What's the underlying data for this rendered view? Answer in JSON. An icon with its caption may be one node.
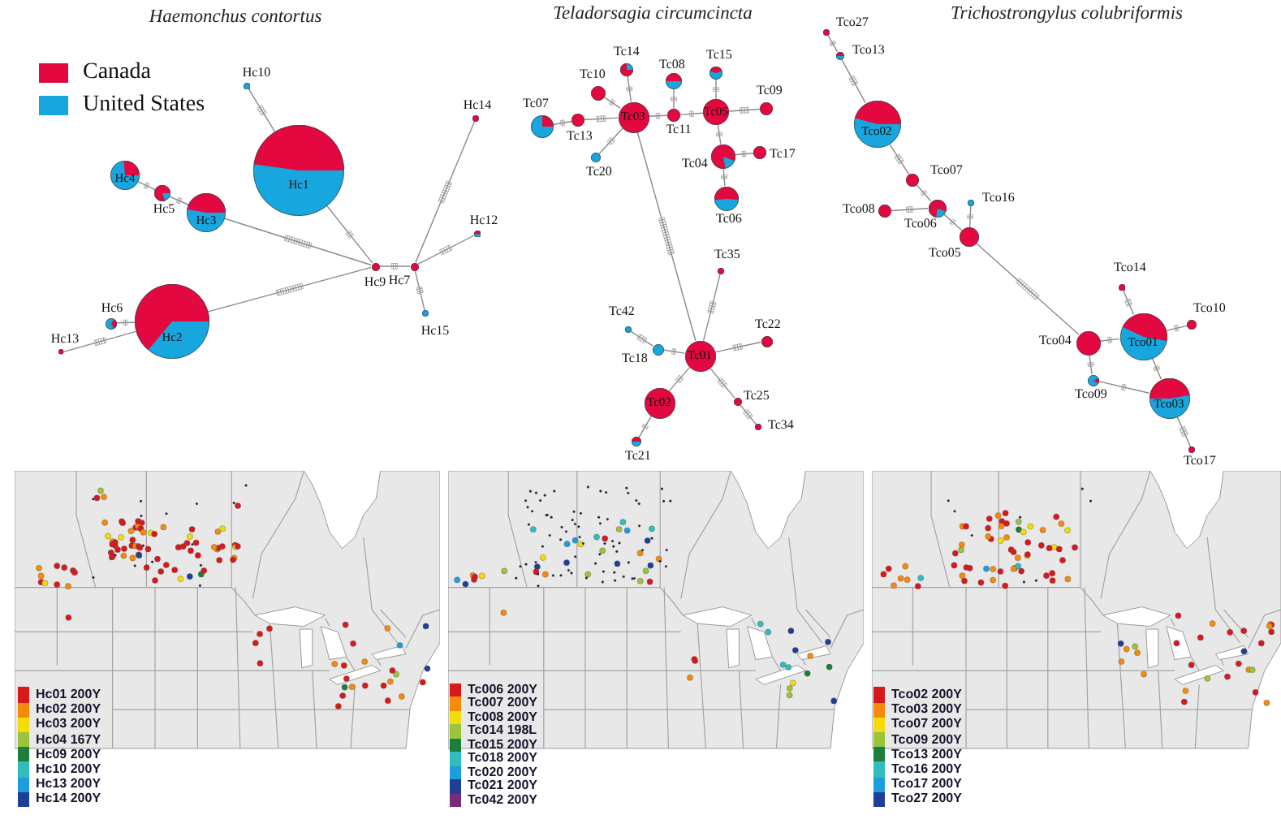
{
  "diagram": {
    "nodes": [
      {
        "text": [],
        "shape": "circle",
        "beside": [
          "Hc10"
        ]
      },
      {
        "text": [
          "Hc1"
        ]
      },
      {
        "text": [],
        "shape": "circle",
        "beside": [
          "Hc14"
        ]
      },
      {
        "text": [
          "Hc4"
        ]
      },
      {
        "text": [],
        "shape": "circle",
        "beside": [
          "Hc5"
        ]
      },
      {
        "text": [
          "Hc3"
        ]
      },
      {
        "text": [],
        "shape": "circle",
        "beside": [
          "Hc12"
        ]
      },
      {
        "text": [],
        "shape": "circle",
        "beside": [
          "Hc9"
        ]
      },
      {
        "text": [],
        "shape": "circle",
        "beside": [
          "Hc7"
        ]
      },
      {
        "text": [],
        "shape": "circle",
        "beside": [
          "Hc15"
        ]
      },
      {
        "text": [],
        "shape": "circle",
        "beside": [
          "Hc6"
        ]
      },
      {
        "text": [
          "Hc2"
        ]
      },
      {
        "text": [],
        "shape": "circle",
        "beside": [
          "Hc13"
        ]
      },
      {
        "text": [],
        "shape": "circle",
        "beside": [
          "Tc14"
        ]
      },
      {
        "text": [],
        "shape": "circle",
        "beside": [
          "Tc15"
        ]
      },
      {
        "text": [],
        "shape": "circle",
        "beside": [
          "Tc08"
        ]
      },
      {
        "text": [],
        "shape": "circle",
        "beside": [
          "Tc10"
        ]
      },
      {
        "text": [],
        "shape": "circle",
        "beside": [
          "Tc09"
        ]
      },
      {
        "text": [
          "Tc05"
        ]
      },
      {
        "text": [
          "Tc03"
        ]
      },
      {
        "text": [],
        "shape": "circle",
        "beside": [
          "Tc11"
        ]
      },
      {
        "text": [],
        "shape": "circle",
        "beside": [
          "Tc13"
        ]
      },
      {
        "text": [],
        "shape": "circle",
        "beside": [
          "Tc07"
        ]
      },
      {
        "text": [],
        "shape": "circle",
        "beside": [
          "Tc17"
        ]
      },
      {
        "text": [],
        "shape": "circle",
        "beside": [
          "Tc04"
        ]
      },
      {
        "text": [],
        "shape": "circle",
        "beside": [
          "Tc20"
        ]
      },
      {
        "text": [],
        "shape": "circle",
        "beside": [
          "Tc06"
        ]
      },
      {
        "text": [],
        "shape": "circle",
        "beside": [
          "Tc35"
        ]
      },
      {
        "text": [],
        "shape": "circle",
        "beside": [
          "Tc42"
        ]
      },
      {
        "text": [],
        "shape": "circle",
        "beside": [
          "Tc22"
        ]
      },
      {
        "text": [],
        "shape": "circle",
        "beside": [
          "Tc18"
        ]
      },
      {
        "text": [
          "Tc01"
        ]
      },
      {
        "text": [],
        "shape": "circle",
        "beside": [
          "Tc25"
        ]
      },
      {
        "text": [
          "Tc02"
        ]
      },
      {
        "text": [],
        "shape": "circle",
        "beside": [
          "Tc21"
        ]
      },
      {
        "text": [],
        "shape": "circle",
        "beside": [
          "Tc34"
        ]
      },
      {
        "text": [],
        "shape": "circle",
        "beside": [
          "Tco27"
        ]
      },
      {
        "text": [],
        "shape": "circle",
        "beside": [
          "Tco13"
        ]
      },
      {
        "text": [
          "Tco02"
        ]
      },
      {
        "text": [],
        "shape": "circle",
        "beside": [
          "Tco07"
        ]
      },
      {
        "text": [],
        "shape": "circle",
        "beside": [
          "Tco08"
        ]
      },
      {
        "text": [],
        "shape": "circle",
        "beside": [
          "Tco06"
        ]
      },
      {
        "text": [],
        "shape": "circle",
        "beside": [
          "Tco16"
        ]
      },
      {
        "text": [],
        "shape": "circle",
        "beside": [
          "Tco05"
        ]
      },
      {
        "text": [],
        "shape": "circle",
        "beside": [
          "Tco14"
        ]
      },
      {
        "text": [],
        "shape": "circle",
        "beside": [
          "Tco10"
        ]
      },
      {
        "text": [],
        "shape": "circle",
        "beside": [
          "Tco04"
        ]
      },
      {
        "text": [
          "Tco01"
        ]
      },
      {
        "text": [],
        "shape": "circle",
        "beside": [
          "Tco09"
        ]
      },
      {
        "text": [
          "Tco03"
        ]
      },
      {
        "text": [],
        "shape": "circle",
        "beside": [
          "Tco17"
        ]
      }
    ],
    "edges": [
      {
        "from": 0,
        "to": 1,
        "arrow": "none"
      },
      {
        "from": 1,
        "to": 7,
        "arrow": "none"
      },
      {
        "from": 3,
        "to": 4,
        "arrow": "none"
      },
      {
        "from": 4,
        "to": 5,
        "arrow": "none"
      },
      {
        "from": 5,
        "to": 7,
        "arrow": "none"
      },
      {
        "from": 11,
        "to": 7,
        "arrow": "none"
      },
      {
        "from": 10,
        "to": 11,
        "arrow": "none"
      },
      {
        "from": 12,
        "to": 11,
        "arrow": "none"
      },
      {
        "from": 7,
        "to": 8,
        "arrow": "none"
      },
      {
        "from": 8,
        "to": 2,
        "arrow": "none"
      },
      {
        "from": 8,
        "to": 6,
        "arrow": "none"
      },
      {
        "from": 8,
        "to": 9,
        "arrow": "none"
      },
      {
        "from": 13,
        "to": 19,
        "arrow": "none"
      },
      {
        "from": 16,
        "to": 19,
        "arrow": "none"
      },
      {
        "from": 22,
        "to": 21,
        "arrow": "none"
      },
      {
        "from": 21,
        "to": 19,
        "arrow": "none"
      },
      {
        "from": 25,
        "to": 19,
        "arrow": "none"
      },
      {
        "from": 19,
        "to": 20,
        "arrow": "none"
      },
      {
        "from": 15,
        "to": 20,
        "arrow": "none"
      },
      {
        "from": 20,
        "to": 18,
        "arrow": "none"
      },
      {
        "from": 14,
        "to": 18,
        "arrow": "none"
      },
      {
        "from": 18,
        "to": 17,
        "arrow": "none"
      },
      {
        "from": 18,
        "to": 24,
        "arrow": "none"
      },
      {
        "from": 24,
        "to": 23,
        "arrow": "none"
      },
      {
        "from": 24,
        "to": 26,
        "arrow": "none"
      },
      {
        "from": 19,
        "to": 31,
        "arrow": "none"
      },
      {
        "from": 27,
        "to": 31,
        "arrow": "none"
      },
      {
        "from": 28,
        "to": 30,
        "arrow": "none"
      },
      {
        "from": 30,
        "to": 31,
        "arrow": "none"
      },
      {
        "from": 29,
        "to": 31,
        "arrow": "none"
      },
      {
        "from": 31,
        "to": 33,
        "arrow": "none"
      },
      {
        "from": 33,
        "to": 34,
        "arrow": "none"
      },
      {
        "from": 31,
        "to": 32,
        "arrow": "none"
      },
      {
        "from": 32,
        "to": 35,
        "arrow": "none"
      },
      {
        "from": 36,
        "to": 37,
        "arrow": "none"
      },
      {
        "from": 37,
        "to": 38,
        "arrow": "none"
      },
      {
        "from": 38,
        "to": 39,
        "arrow": "none"
      },
      {
        "from": 39,
        "to": 41,
        "arrow": "none"
      },
      {
        "from": 40,
        "to": 41,
        "arrow": "none"
      },
      {
        "from": 41,
        "to": 43,
        "arrow": "none"
      },
      {
        "from": 42,
        "to": 43,
        "arrow": "none"
      },
      {
        "from": 43,
        "to": 46,
        "arrow": "none"
      },
      {
        "from": 46,
        "to": 47,
        "arrow": "none"
      },
      {
        "from": 44,
        "to": 47,
        "arrow": "none"
      },
      {
        "from": 47,
        "to": 45,
        "arrow": "none"
      },
      {
        "from": 46,
        "to": 48,
        "arrow": "none"
      },
      {
        "from": 48,
        "to": 49,
        "arrow": "none"
      },
      {
        "from": 47,
        "to": 49,
        "arrow": "none"
      },
      {
        "from": 49,
        "to": 50,
        "arrow": "none"
      }
    ],
    "labels": [
      "Haemonchus contortus",
      "Teladorsagia circumcincta",
      "Trichostrongylus colubriformis"
    ],
    "legend": [
      {
        "text": "Canada",
        "color": "#e3083f"
      },
      {
        "text": "United States",
        "color": "#17a6de"
      },
      {
        "text": "Hc01 200Y",
        "color": "#d7191c"
      },
      {
        "text": "Hc02 200Y",
        "color": "#f58a0b"
      },
      {
        "text": "Hc03 200Y",
        "color": "#f3dc0a"
      },
      {
        "text": "Hc04 167Y",
        "color": "#9ac43c"
      },
      {
        "text": "Hc09 200Y",
        "color": "#1b7e3c"
      },
      {
        "text": "Hc10 200Y",
        "color": "#33bcbc"
      },
      {
        "text": "Hc13 200Y",
        "color": "#1d9de0"
      },
      {
        "text": "Hc14 200Y",
        "color": "#1f3f96"
      },
      {
        "text": "Tc006 200Y",
        "color": "#d7191c"
      },
      {
        "text": "Tc007 200Y",
        "color": "#f58a0b"
      },
      {
        "text": "Tc008 200Y",
        "color": "#f3dc0a"
      },
      {
        "text": "Tc014 198L",
        "color": "#9ac43c"
      },
      {
        "text": "Tc015 200Y",
        "color": "#1b7e3c"
      },
      {
        "text": "Tc018 200Y",
        "color": "#33bcbc"
      },
      {
        "text": "Tc020 200Y",
        "color": "#1d9de0"
      },
      {
        "text": "Tc021 200Y",
        "color": "#1f3f96"
      },
      {
        "text": "Tc042 200Y",
        "color": "#7a2a7c"
      },
      {
        "text": "Tco02 200Y",
        "color": "#d7191c"
      },
      {
        "text": "Tco03 200Y",
        "color": "#f58a0b"
      },
      {
        "text": "Tco07 200Y",
        "color": "#f3dc0a"
      },
      {
        "text": "Tco09 200Y",
        "color": "#9ac43c"
      },
      {
        "text": "Tco13 200Y",
        "color": "#1b7e3c"
      },
      {
        "text": "Tco16 200Y",
        "color": "#33bcbc"
      },
      {
        "text": "Tco17 200Y",
        "color": "#1d9de0"
      },
      {
        "text": "Tco27 200Y",
        "color": "#1f3f96"
      }
    ]
  }
}
